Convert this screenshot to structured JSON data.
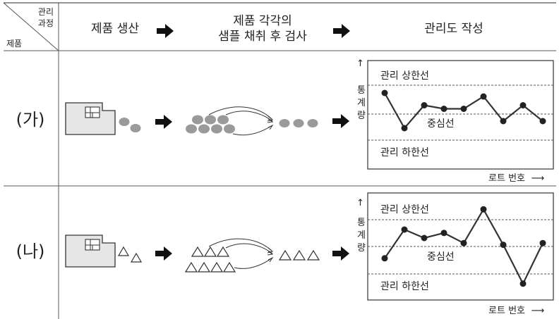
{
  "header": {
    "corner_top": [
      "관리",
      "과정"
    ],
    "corner_bottom": "제품",
    "step1": "제품 생산",
    "step2": [
      "제품 각각의",
      "샘플 채취 후 검사"
    ],
    "step3": "관리도 작성"
  },
  "rows": [
    {
      "label": "(가)",
      "sample_shape": "circle",
      "chart": {
        "y_axis_label": [
          "통",
          "계",
          "량"
        ],
        "upper_label": "관리 상한선",
        "center_label": "중심선",
        "lower_label": "관리 하한선",
        "x_axis_label": "로트 번호"
      }
    },
    {
      "label": "(나)",
      "sample_shape": "triangle",
      "chart": {
        "y_axis_label": [
          "통",
          "계",
          "량"
        ],
        "upper_label": "관리 상한선",
        "center_label": "중심선",
        "lower_label": "관리 하한선",
        "x_axis_label": "로트 번호"
      }
    }
  ],
  "chart_data": [
    {
      "type": "line",
      "x": [
        1,
        2,
        3,
        4,
        5,
        6,
        7,
        8,
        9
      ],
      "series": [
        {
          "values": [
            0.6,
            -0.4,
            0.25,
            0.15,
            0.15,
            0.5,
            -0.2,
            0.25,
            -0.2
          ]
        }
      ],
      "ylim": [
        -1.2,
        1.2
      ],
      "reference_lines": {
        "upper": 0.85,
        "center": 0,
        "lower": -0.9
      },
      "xlabel": "로트 번호",
      "ylabel": "통계량"
    },
    {
      "type": "line",
      "x": [
        1,
        2,
        3,
        4,
        5,
        6,
        7,
        8,
        9
      ],
      "series": [
        {
          "values": [
            -0.35,
            0.5,
            0.25,
            0.4,
            0.1,
            1.1,
            0.05,
            -1.1,
            0.1
          ]
        }
      ],
      "ylim": [
        -1.6,
        1.6
      ],
      "reference_lines": {
        "upper": 0.85,
        "center": 0,
        "lower": -0.9
      },
      "xlabel": "로트 번호",
      "ylabel": "통계량"
    }
  ],
  "colors": {
    "line": "#333333",
    "sample_fill": "#9a9a9a",
    "machine_fill": "#e6e6e6",
    "grid": "#555555"
  }
}
